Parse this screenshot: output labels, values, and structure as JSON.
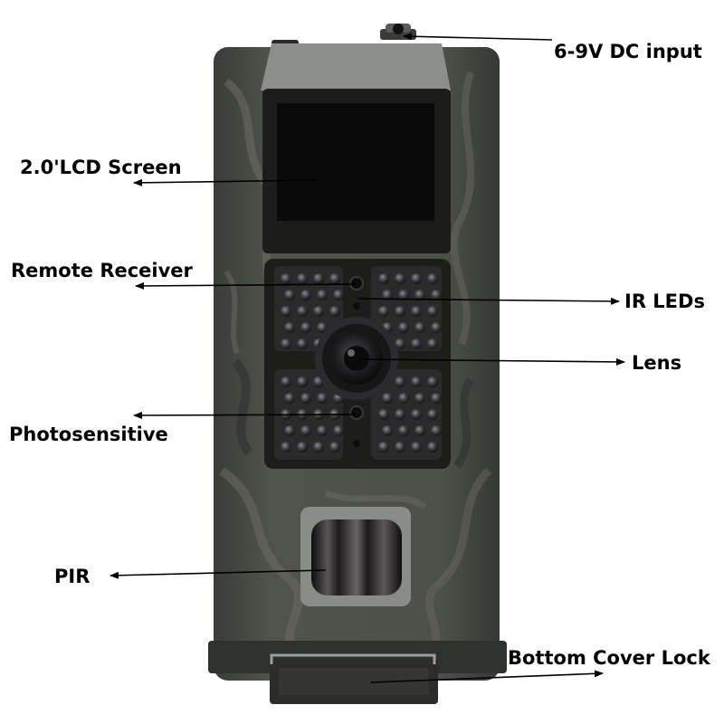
{
  "labels": {
    "dc_input": "6-9V DC input",
    "lcd_screen": "2.0'LCD Screen",
    "remote_receiver": "Remote Receiver",
    "ir_leds": "IR LEDs",
    "lens": "Lens",
    "photosensitive": "Photosensitive",
    "pir": "PIR",
    "bottom_cover_lock": "Bottom Cover Lock"
  },
  "colors": {
    "body": "#4b4e48",
    "body_dark": "#2e302c",
    "camo_light": "#6a6c64",
    "panel": "#1d1e1c",
    "screen": "#0b0b0c",
    "hood": "#8d8f8a",
    "led": "#4a4a4c"
  }
}
